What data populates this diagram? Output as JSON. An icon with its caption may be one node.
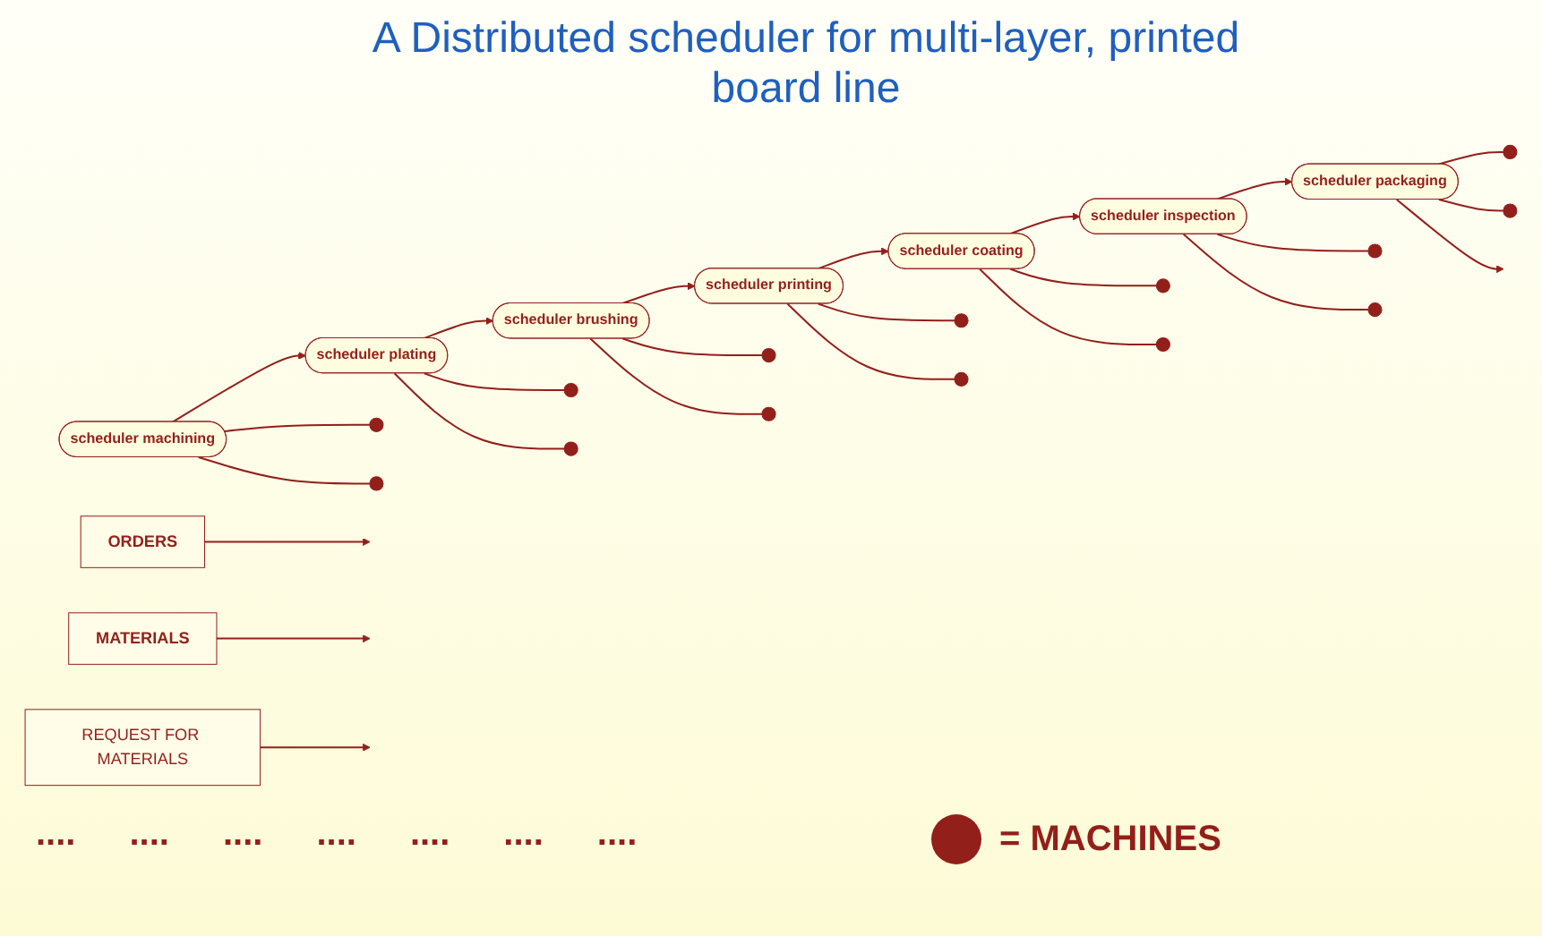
{
  "diagram": {
    "title": "A Distributed scheduler for multi-layer, printed board line",
    "nodes": [
      {
        "text": [
          "ORDERS"
        ]
      },
      {
        "text": [
          "MATERIALS"
        ]
      },
      {
        "text": [
          "REQUEST FOR MATERIALS"
        ]
      },
      {
        "text": [
          "scheduler machining"
        ]
      },
      {
        "text": [
          "scheduler plating"
        ]
      },
      {
        "text": [
          "scheduler brushing"
        ]
      },
      {
        "text": [
          "scheduler printing"
        ]
      },
      {
        "text": [
          "scheduler coating"
        ]
      },
      {
        "text": [
          "scheduler inspection"
        ]
      },
      {
        "text": [
          "scheduler packaging"
        ]
      },
      {
        "text": [],
        "shape": "circle"
      },
      {
        "text": [],
        "shape": "circle"
      },
      {
        "text": [],
        "shape": "circle"
      },
      {
        "text": [],
        "shape": "circle"
      },
      {
        "text": [],
        "shape": "circle"
      },
      {
        "text": [],
        "shape": "circle"
      },
      {
        "text": [],
        "shape": "circle"
      },
      {
        "text": [],
        "shape": "circle"
      },
      {
        "text": [],
        "shape": "circle"
      },
      {
        "text": [],
        "shape": "circle"
      },
      {
        "text": [],
        "shape": "circle"
      },
      {
        "text": [],
        "shape": "circle"
      },
      {
        "text": [],
        "shape": "circle"
      },
      {
        "text": [],
        "shape": "circle"
      }
    ],
    "edges": [
      {
        "from": 0,
        "to": null,
        "arrow": "to"
      },
      {
        "from": 1,
        "to": null,
        "arrow": "to"
      },
      {
        "from": 2,
        "to": null,
        "arrow": "to"
      },
      {
        "from": 3,
        "to": 10,
        "arrow": "none"
      },
      {
        "from": 3,
        "to": 11,
        "arrow": "none"
      },
      {
        "from": 3,
        "to": 4,
        "arrow": "to"
      },
      {
        "from": 4,
        "to": 12,
        "arrow": "none"
      },
      {
        "from": 4,
        "to": 13,
        "arrow": "none"
      },
      {
        "from": 4,
        "to": 5,
        "arrow": "to"
      },
      {
        "from": 5,
        "to": 14,
        "arrow": "none"
      },
      {
        "from": 5,
        "to": 15,
        "arrow": "none"
      },
      {
        "from": 5,
        "to": 6,
        "arrow": "to"
      },
      {
        "from": 6,
        "to": 16,
        "arrow": "none"
      },
      {
        "from": 6,
        "to": 17,
        "arrow": "none"
      },
      {
        "from": 6,
        "to": 7,
        "arrow": "to"
      },
      {
        "from": 7,
        "to": 18,
        "arrow": "none"
      },
      {
        "from": 7,
        "to": 19,
        "arrow": "none"
      },
      {
        "from": 7,
        "to": 8,
        "arrow": "to"
      },
      {
        "from": 8,
        "to": 20,
        "arrow": "none"
      },
      {
        "from": 8,
        "to": 21,
        "arrow": "none"
      },
      {
        "from": 8,
        "to": 9,
        "arrow": "to"
      },
      {
        "from": 9,
        "to": 22,
        "arrow": "none"
      },
      {
        "from": 9,
        "to": 23,
        "arrow": "none"
      },
      {
        "from": 9,
        "to": null,
        "arrow": "to"
      }
    ],
    "labels": [
      "....",
      "....",
      "....",
      "....",
      "....",
      "....",
      "...."
    ],
    "legend": [
      {
        "text": "= MACHINES",
        "color": "#931f1a"
      }
    ]
  }
}
